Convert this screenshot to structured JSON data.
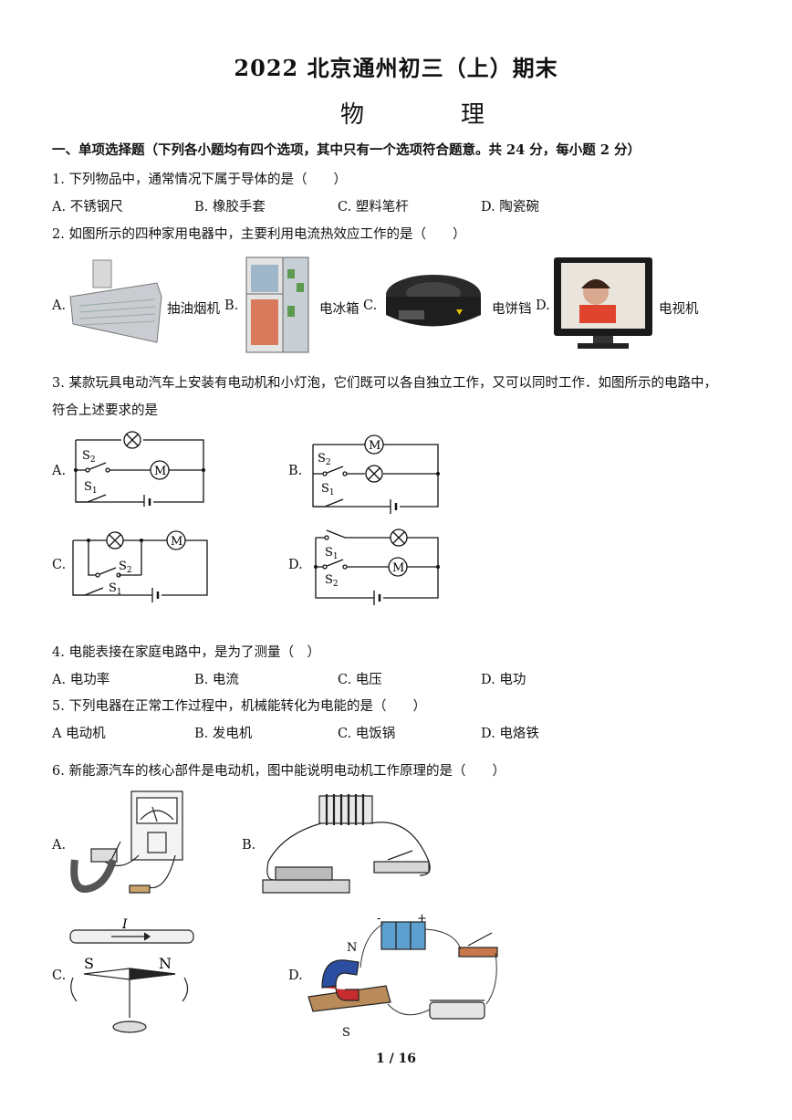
{
  "header": {
    "title": "2022 北京通州初三（上）期末",
    "subject": "物　理"
  },
  "section1": {
    "heading": "一、单项选择题（下列各小题均有四个选项，其中只有一个选项符合题意。共 24 分，每小题 2 分）"
  },
  "questions": [
    {
      "stem": "1. 下列物品中，通常情况下属于导体的是（　　）",
      "options": [
        "A. 不锈钢尺",
        "B. 橡胶手套",
        "C. 塑料笔杆",
        "D. 陶瓷碗"
      ]
    },
    {
      "stem": "2. 如图所示的四种家用电器中，主要利用电流热效应工作的是（　　）",
      "options": [
        "抽油烟机",
        "电冰箱",
        "电饼铛",
        "电视机"
      ],
      "letters": [
        "A.",
        "B.",
        "C.",
        "D."
      ]
    },
    {
      "stem_line1": "3. 某款玩具电动汽车上安装有电动机和小灯泡，它们既可以各自独立工作，又可以同时工作．如图所示的电路中，",
      "stem_line2": "符合上述要求的是",
      "letters": [
        "A.",
        "B.",
        "C.",
        "D."
      ],
      "labels": {
        "s1": "S",
        "s2": "S",
        "sub1": "1",
        "sub2": "2",
        "motor": "M"
      }
    },
    {
      "stem": "4. 电能表接在家庭电路中，是为了测量（　）",
      "options": [
        "A. 电功率",
        "B. 电流",
        "C. 电压",
        "D. 电功"
      ]
    },
    {
      "stem": "5. 下列电器在正常工作过程中，机械能转化为电能的是（　　）",
      "options": [
        "A  电动机",
        "B. 发电机",
        "C. 电饭锅",
        "D. 电烙铁"
      ]
    },
    {
      "stem": "6. 新能源汽车的核心部件是电动机，图中能说明电动机工作原理的是（　　）",
      "letters": [
        "A.",
        "B.",
        "C.",
        "D."
      ],
      "labels": {
        "current": "I",
        "south": "S",
        "north": "N",
        "plus": "+",
        "minus": "-",
        "magnet_n": "N",
        "magnet_s": "S"
      }
    }
  ],
  "footer": {
    "page": "1 / 16"
  }
}
